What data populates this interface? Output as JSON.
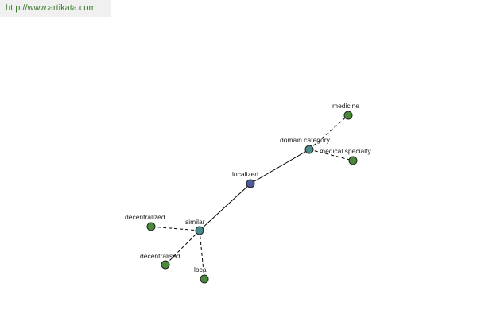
{
  "header": {
    "url": "http://www.artikata.com"
  },
  "colors": {
    "center_node": "#4a5a9a",
    "hub_node": "#4a8a8a",
    "leaf_node": "#4a8a3a",
    "link_text": "#3a7a2a"
  },
  "graph": {
    "nodes": [
      {
        "id": "localized",
        "label": "localized",
        "kind": "center"
      },
      {
        "id": "domain-category",
        "label": "domain category",
        "kind": "hub"
      },
      {
        "id": "similar",
        "label": "similar",
        "kind": "hub"
      },
      {
        "id": "medicine",
        "label": "medicine",
        "kind": "leaf"
      },
      {
        "id": "medical-specialty",
        "label": "medical specialty",
        "kind": "leaf"
      },
      {
        "id": "decentralized",
        "label": "decentralized",
        "kind": "leaf"
      },
      {
        "id": "decentralised",
        "label": "decentralised",
        "kind": "leaf"
      },
      {
        "id": "local",
        "label": "local",
        "kind": "leaf"
      }
    ],
    "edges": [
      {
        "from": "localized",
        "to": "domain-category",
        "style": "solid"
      },
      {
        "from": "localized",
        "to": "similar",
        "style": "solid"
      },
      {
        "from": "domain-category",
        "to": "medicine",
        "style": "dashed"
      },
      {
        "from": "domain-category",
        "to": "medical-specialty",
        "style": "dashed"
      },
      {
        "from": "similar",
        "to": "decentralized",
        "style": "dashed"
      },
      {
        "from": "similar",
        "to": "decentralised",
        "style": "dashed"
      },
      {
        "from": "similar",
        "to": "local",
        "style": "dashed"
      }
    ]
  }
}
